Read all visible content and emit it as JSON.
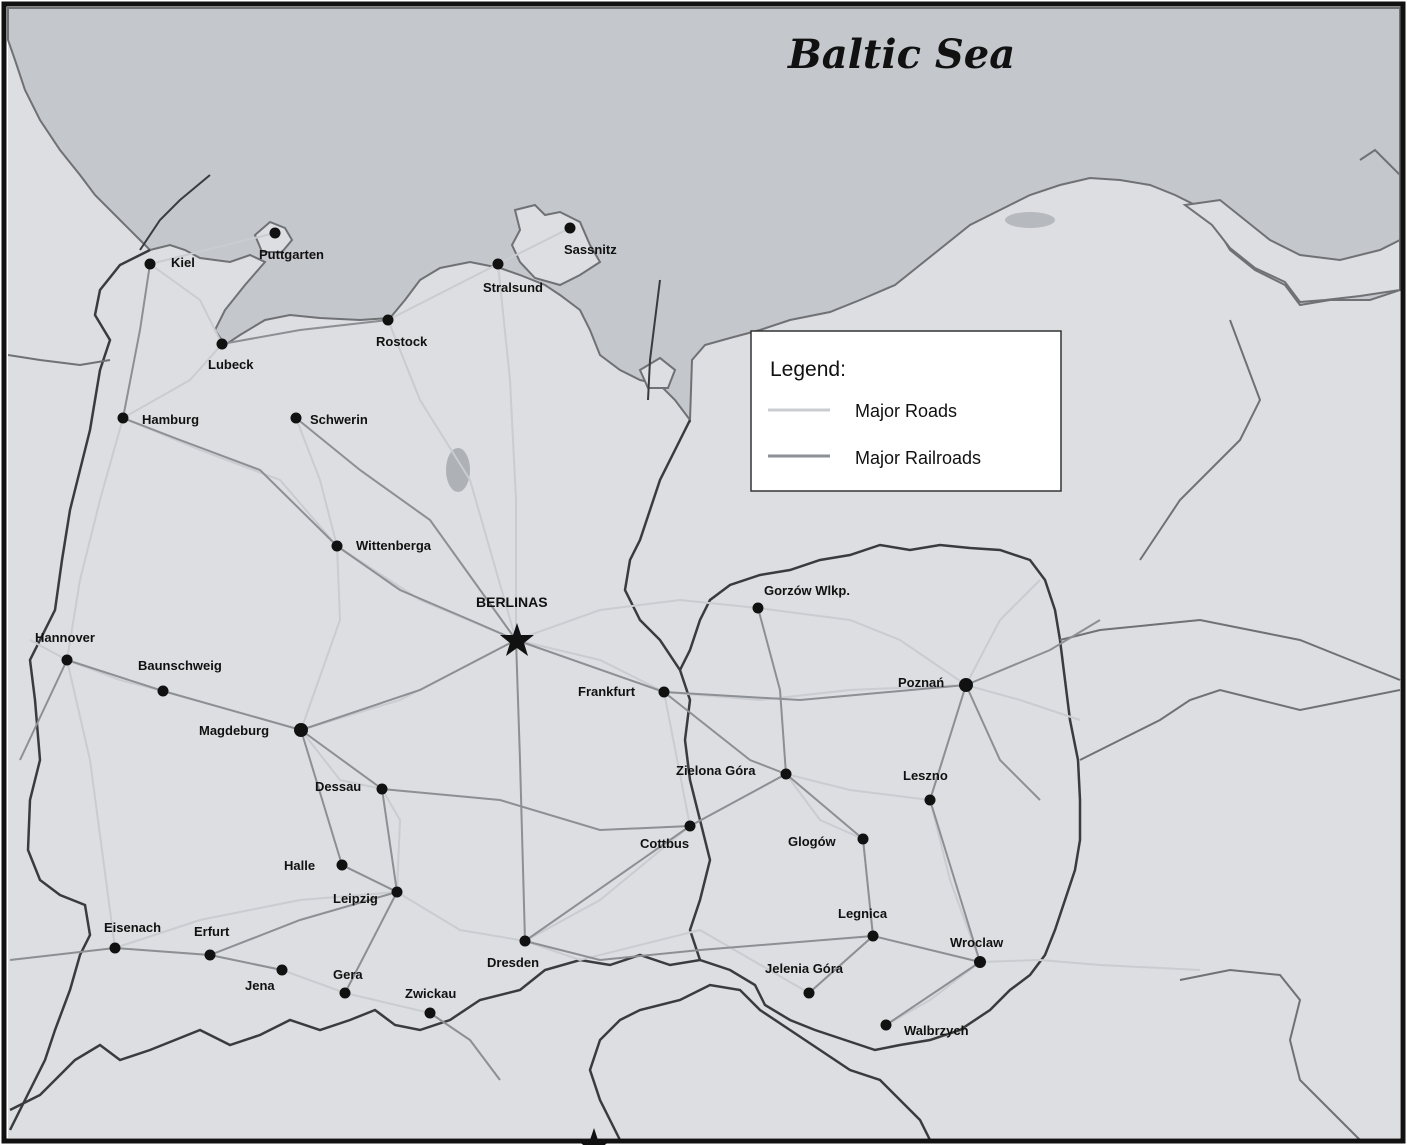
{
  "sea_label": "Baltic Sea",
  "capital": {
    "name": "BERLINAS"
  },
  "legend": {
    "title": "Legend:",
    "items": [
      {
        "label": "Major Roads",
        "color": "#c9ccd0"
      },
      {
        "label": "Major Railroads",
        "color": "#8c8f93"
      }
    ]
  },
  "cities": [
    {
      "key": "kiel",
      "name": "Kiel"
    },
    {
      "key": "puttgarten",
      "name": "Puttgarten"
    },
    {
      "key": "sassnitz",
      "name": "Sassnitz"
    },
    {
      "key": "stralsund",
      "name": "Stralsund"
    },
    {
      "key": "rostock",
      "name": "Rostock"
    },
    {
      "key": "lubeck",
      "name": "Lubeck"
    },
    {
      "key": "hamburg",
      "name": "Hamburg"
    },
    {
      "key": "schwerin",
      "name": "Schwerin"
    },
    {
      "key": "wittenberga",
      "name": "Wittenberga"
    },
    {
      "key": "gorzow",
      "name": "Gorzów Wlkp."
    },
    {
      "key": "hannover",
      "name": "Hannover"
    },
    {
      "key": "baunschweig",
      "name": "Baunschweig"
    },
    {
      "key": "magdeburg",
      "name": "Magdeburg"
    },
    {
      "key": "frankfurt",
      "name": "Frankfurt"
    },
    {
      "key": "poznan",
      "name": "Poznań"
    },
    {
      "key": "zielona",
      "name": "Zielona Góra"
    },
    {
      "key": "leszno",
      "name": "Leszno"
    },
    {
      "key": "dessau",
      "name": "Dessau"
    },
    {
      "key": "cottbus",
      "name": "Cottbus"
    },
    {
      "key": "glogow",
      "name": "Glogów"
    },
    {
      "key": "halle",
      "name": "Halle"
    },
    {
      "key": "leipzig",
      "name": "Leipzig"
    },
    {
      "key": "legnica",
      "name": "Legnica"
    },
    {
      "key": "eisenach",
      "name": "Eisenach"
    },
    {
      "key": "erfurt",
      "name": "Erfurt"
    },
    {
      "key": "dresden",
      "name": "Dresden"
    },
    {
      "key": "wroclaw",
      "name": "Wroclaw"
    },
    {
      "key": "jena",
      "name": "Jena"
    },
    {
      "key": "gera",
      "name": "Gera"
    },
    {
      "key": "jelenia",
      "name": "Jelenia Góra"
    },
    {
      "key": "zwickau",
      "name": "Zwickau"
    },
    {
      "key": "walbrzych",
      "name": "Walbrzych"
    }
  ],
  "colors": {
    "land": "#dcdee1",
    "sea": "#c4c7cb",
    "border": "#3a3b3d",
    "road": "#c9ccd0",
    "railroad": "#8c8f93"
  }
}
